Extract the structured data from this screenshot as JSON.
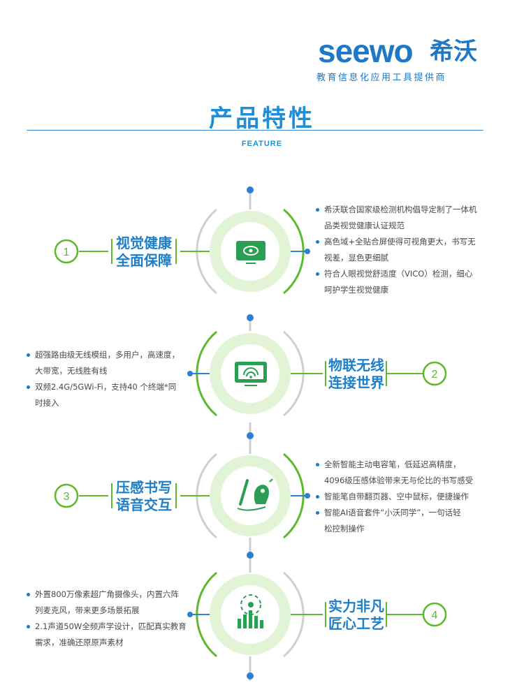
{
  "brand": {
    "logo_text": "seewo",
    "logo_cn": "希沃",
    "tagline": "教育信息化应用工具提供商"
  },
  "page": {
    "title": "产品特性",
    "subtitle": "FEATURE"
  },
  "features": [
    {
      "number": "1",
      "heading_line1": "视觉健康",
      "heading_line2": "全面保障",
      "icon": "eye-display-icon",
      "bullets": [
        "希沃联合国家级检测机构倡导定制了一体机",
        "品类视觉健康认证规范",
        "高色域+全贴合屏使得可视角更大，书写无",
        "视差，显色更细腻",
        "符合人眼视觉舒适度（VICO）检测，细心",
        "呵护学生视觉健康"
      ]
    },
    {
      "number": "2",
      "heading_line1": "物联无线",
      "heading_line2": "连接世界",
      "icon": "wifi-display-icon",
      "bullets": [
        "超强路由级无线模组，多用户，高速度，",
        "大带宽，无线胜有线",
        "双频2.4G/5GWi-Fi，支持40 个终端*同",
        "时接入"
      ]
    },
    {
      "number": "3",
      "heading_line1": "压感书写",
      "heading_line2": "语音交互",
      "icon": "pen-voice-icon",
      "bullets": [
        "全新智能主动电容笔，低延迟高精度，",
        "4096级压感体验带来无与伦比的书写感受",
        "智能笔自带翻页器、空中鼠标，便捷操作",
        "智能AI语音套件“小沃同学”，一句话轻",
        "松控制操作"
      ]
    },
    {
      "number": "4",
      "heading_line1": "实力非凡",
      "heading_line2": "匠心工艺",
      "icon": "camera-audio-icon",
      "bullets": [
        "外置800万像素超广角摄像头，内置六阵",
        "列麦克风，带来更多场景拓展",
        "2.1声道50W全频声学设计，匹配真实教育",
        "需求，准确还原原声素材"
      ]
    }
  ],
  "colors": {
    "blue": "#1e78c8",
    "green": "#5cba2c",
    "light_green": "#e2f4d6",
    "gray_arc": "#cfcfcf",
    "dot": "#2d7fd0"
  }
}
